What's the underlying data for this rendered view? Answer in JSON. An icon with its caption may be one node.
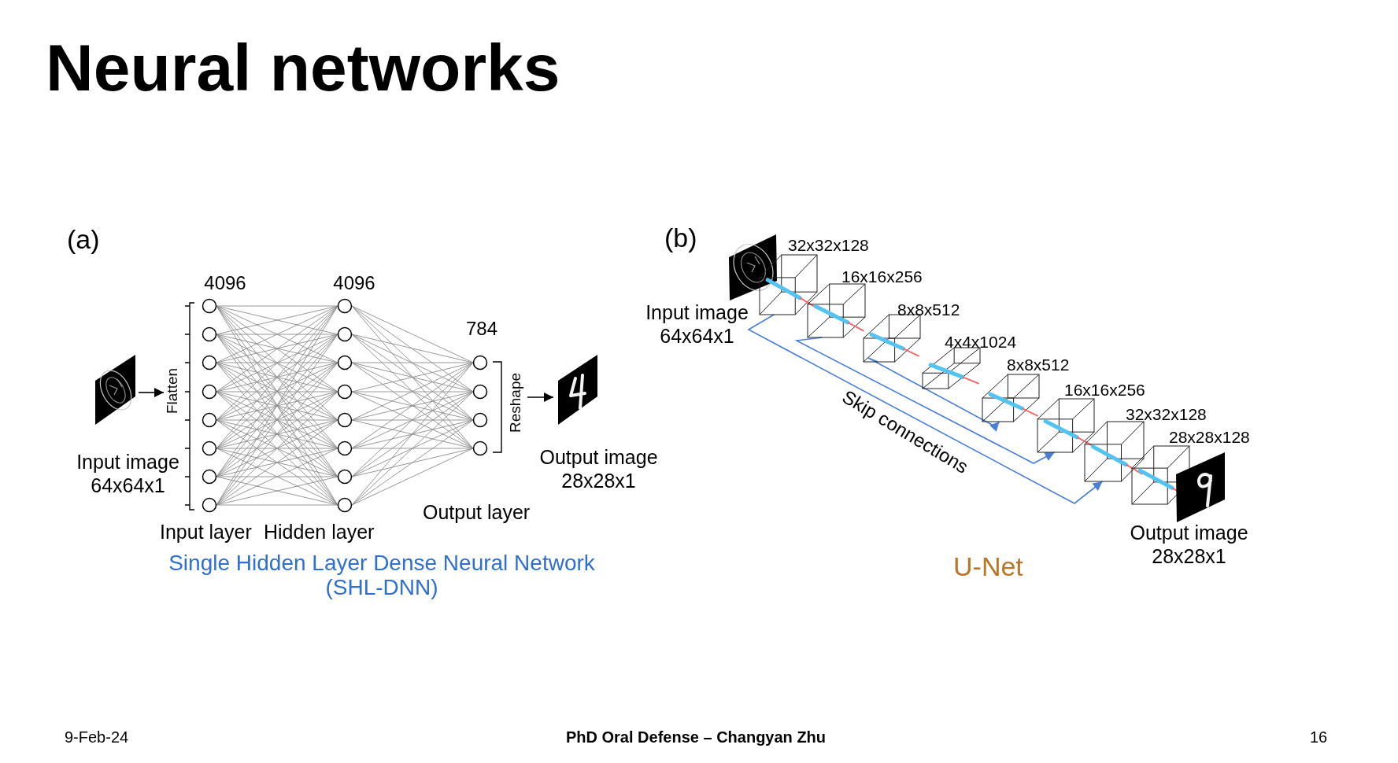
{
  "diagram": {
    "title": "Neural networks",
    "nodes": [
      {
        "text": [],
        "shape": "picture"
      },
      {
        "text": [
          "4096",
          "Input layer"
        ]
      },
      {
        "text": [
          "4096",
          "Hidden layer"
        ]
      },
      {
        "text": [
          "784",
          "Output layer"
        ]
      },
      {
        "text": [],
        "shape": "picture"
      },
      {
        "text": [],
        "shape": "picture",
        "beside": [
          "Input image 64x64x1"
        ]
      },
      {
        "text": [],
        "shape": "cube",
        "beside": [
          "32x32x128"
        ]
      },
      {
        "text": [],
        "shape": "cube",
        "beside": [
          "16x16x256"
        ]
      },
      {
        "text": [],
        "shape": "cube",
        "beside": [
          "8x8x512"
        ]
      },
      {
        "text": [],
        "shape": "cube",
        "beside": [
          "4x4x1024"
        ]
      },
      {
        "text": [],
        "shape": "cube",
        "beside": [
          "8x8x512"
        ]
      },
      {
        "text": [],
        "shape": "cube",
        "beside": [
          "16x16x256"
        ]
      },
      {
        "text": [],
        "shape": "cube",
        "beside": [
          "32x32x128"
        ]
      },
      {
        "text": [],
        "shape": "cube",
        "beside": [
          "28x28x128"
        ]
      },
      {
        "text": [],
        "shape": "picture",
        "beside": [
          "Output image 28x28x1"
        ]
      }
    ],
    "edges": [
      {
        "from": 0,
        "to": 1,
        "arrow": "to",
        "label": "Flatten",
        "color": "#000000"
      },
      {
        "from": 1,
        "to": 2,
        "arrow": "none",
        "color": "#8c8c8c"
      },
      {
        "from": 2,
        "to": 3,
        "arrow": "none",
        "color": "#8c8c8c"
      },
      {
        "from": 3,
        "to": 4,
        "arrow": "to",
        "label": "Reshape",
        "color": "#000000"
      },
      {
        "from": 6,
        "to": 12,
        "arrow": "to",
        "color": "#4a7fd6"
      },
      {
        "from": 7,
        "to": 11,
        "arrow": "to",
        "color": "#4a7fd6"
      },
      {
        "from": 8,
        "to": 10,
        "arrow": "to",
        "color": "#4a7fd6"
      }
    ],
    "labels": [
      "(a)",
      "Input image 64x64x1",
      "Output image 28x28x1",
      "Single Hidden Layer Dense Neural Network (SHL-DNN)",
      "(b)",
      "Skip connections",
      "U-Net",
      "9-Feb-24",
      "PhD Oral Defense – Changyan Zhu",
      "16"
    ]
  }
}
